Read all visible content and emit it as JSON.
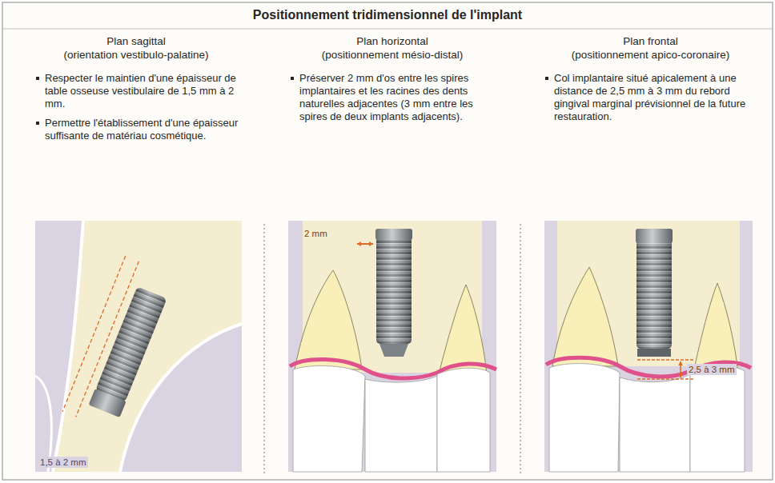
{
  "diagram": {
    "title": "Positionnement tridimensionnel de l'implant",
    "labels": [
      "Plan sagittal",
      "(orientation vestibulo-palatine)",
      "Respecter le maintien d'une épaisseur de table osseuse vestibulaire de 1,5 mm à 2 mm.",
      "Permettre l'établissement d'une épaisseur suffisante de matériau cosmétique.",
      "Plan horizontal",
      "(positionnement mésio-distal)",
      "Préserver 2 mm d'os entre les spires implantaires et les racines des dents naturelles adjacentes (3 mm entre les spires de deux implants adjacents).",
      "Plan frontal",
      "(positionnement apico-coronaire)",
      "Col implantaire situé apicalement à une distance de 2,5 mm à 3 mm du rebord gingival marginal prévisionnel de la future restauration.",
      "1,5 à 2 mm",
      "2 mm",
      "2,5 à 3 mm"
    ]
  }
}
